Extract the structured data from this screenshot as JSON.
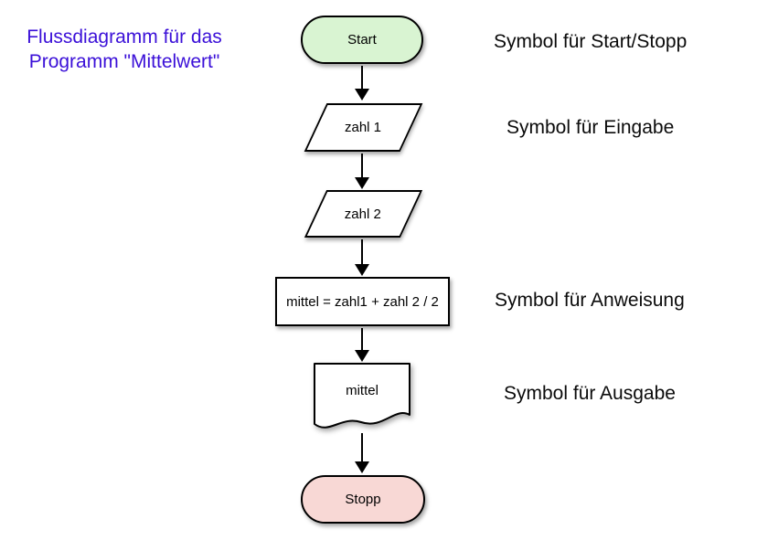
{
  "title": {
    "line1": "Flussdiagramm für das",
    "line2": "Programm \"Mittelwert\""
  },
  "flowchart": {
    "nodes": [
      {
        "id": "start",
        "type": "terminator",
        "label": "Start"
      },
      {
        "id": "input1",
        "type": "input",
        "label": "zahl 1"
      },
      {
        "id": "input2",
        "type": "input",
        "label": "zahl 2"
      },
      {
        "id": "process",
        "type": "process",
        "label": "mittel = zahl1 + zahl 2 / 2"
      },
      {
        "id": "output",
        "type": "document",
        "label": "mittel"
      },
      {
        "id": "stop",
        "type": "terminator",
        "label": "Stopp"
      }
    ]
  },
  "legend": {
    "items": [
      "Symbol für Start/Stopp",
      "Symbol für Eingabe",
      "Symbol für Anweisung",
      "Symbol für Ausgabe"
    ]
  },
  "colors": {
    "title": "#3b10d8",
    "start_fill": "#d9f4d2",
    "stop_fill": "#f8d8d5",
    "shape_border": "#000000",
    "label_text": "#0b0b0b"
  }
}
